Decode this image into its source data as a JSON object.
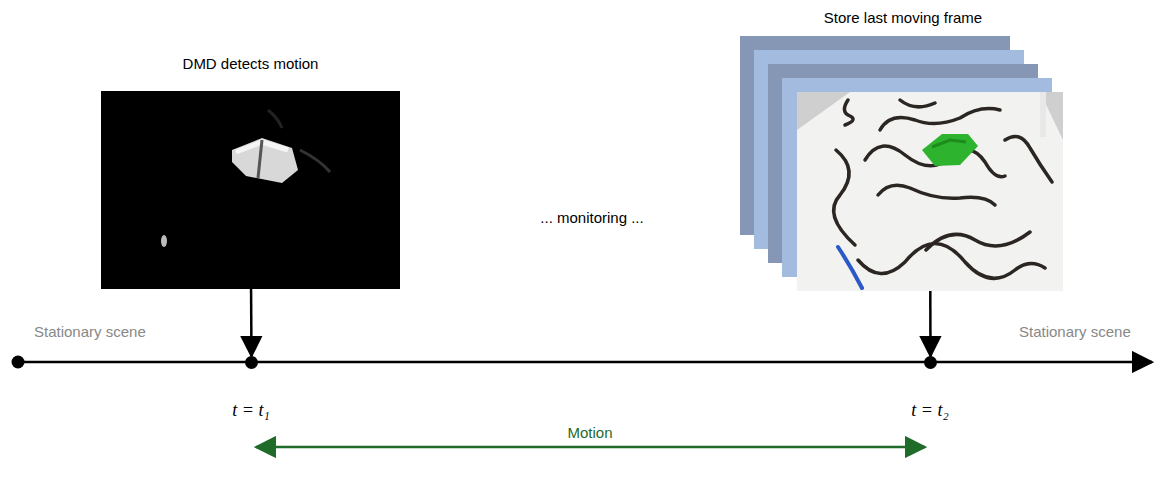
{
  "diagram": {
    "nodes": [
      {
        "text": [
          "DMD detects motion"
        ]
      },
      {
        "text": [
          "Store last moving frame"
        ]
      },
      {
        "text": [
          "t = t₁"
        ]
      },
      {
        "text": [
          "t = t₂"
        ]
      }
    ],
    "edges": [
      {
        "from": 0,
        "to": 2,
        "arrow": "to"
      },
      {
        "from": 1,
        "to": 3,
        "arrow": "to"
      }
    ],
    "labels": [
      "... monitoring ...",
      "Stationary scene",
      "Stationary scene",
      "Motion"
    ]
  }
}
